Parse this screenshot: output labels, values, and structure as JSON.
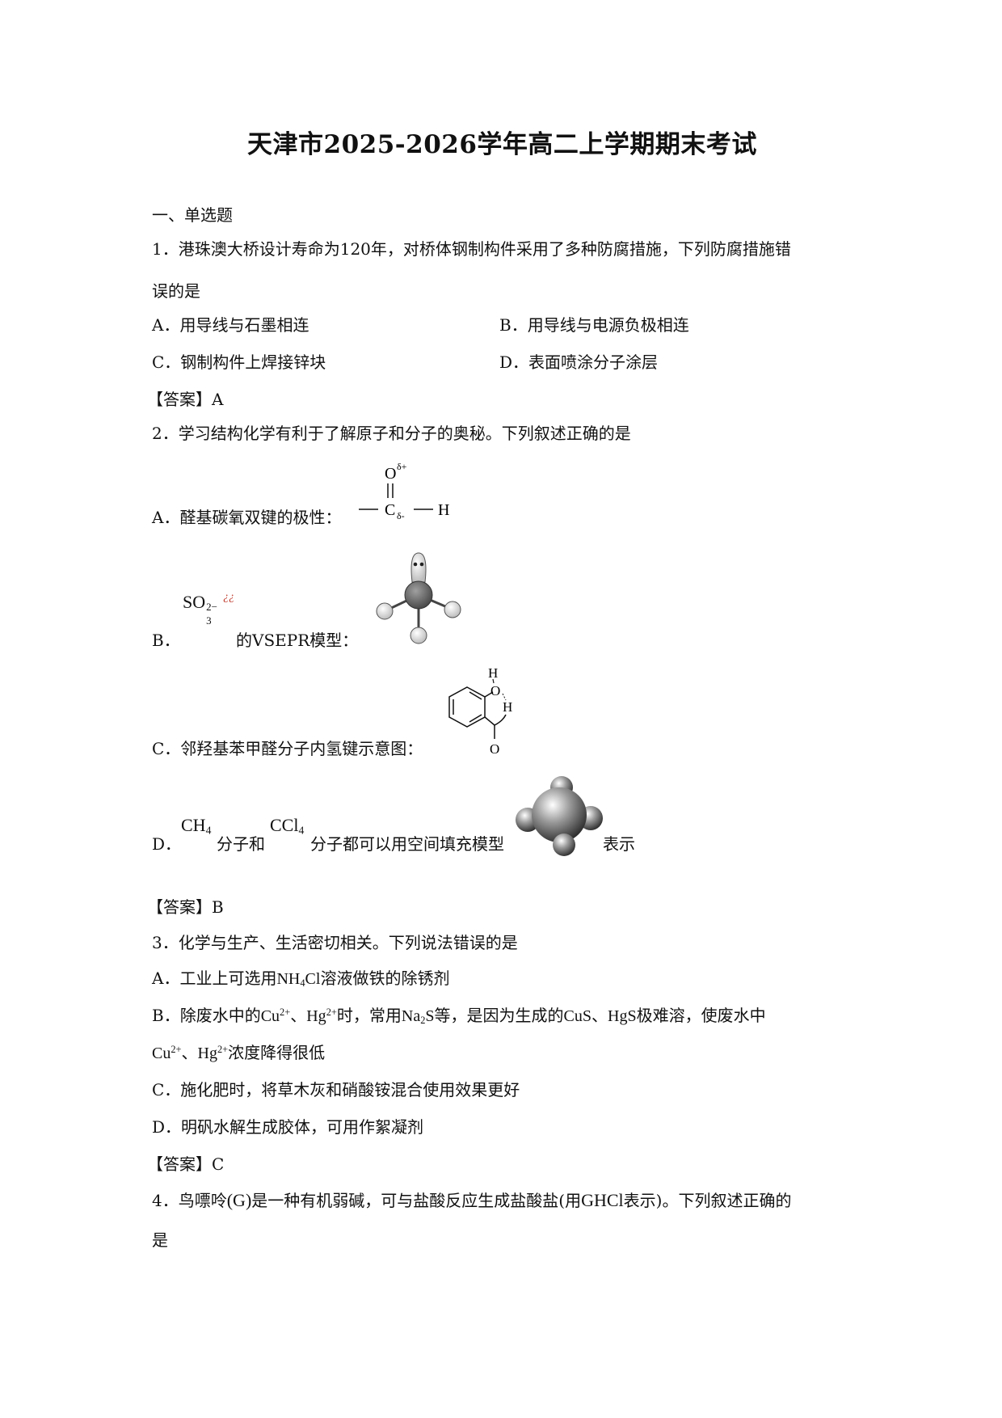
{
  "doc": {
    "title": "天津市2025-2026学年高二上学期期末考试",
    "section": "一、单选题"
  },
  "q1": {
    "line1": "1．港珠澳大桥设计寿命为120年，对桥体钢制构件采用了多种防腐措施，下列防腐措施错",
    "line2": "误的是",
    "opt_a": "A．用导线与石墨相连",
    "opt_b": "B．用导线与电源负极相连",
    "opt_c": "C．钢制构件上焊接锌块",
    "opt_d": "D．表面喷涂分子涂层",
    "answer": "【答案】A"
  },
  "q2": {
    "stem": "2．学习结构化学有利于了解原子和分子的奥秘。下列叙述正确的是",
    "opt_a": "A．醛基碳氧双键的极性：",
    "a_o": "O",
    "a_o_charge": "δ+",
    "a_c": "C",
    "a_c_charge": "δ-",
    "a_h": "H",
    "b_label": "B．",
    "b_ion_base": "SO",
    "b_ion_sub": "3",
    "b_ion_sup": "2−",
    "b_ion_garble": "¿¿",
    "b_text": "的VSEPR模型：",
    "opt_c": "C．邻羟基苯甲醛分子内氢键示意图：",
    "c_h1": "H",
    "c_o1": "O",
    "c_h2": "H",
    "c_o2": "O",
    "d_label": "D．",
    "d_ch": "CH",
    "d_ch_sub": "4",
    "d_mid": "分子和",
    "d_ccl": "CCl",
    "d_ccl_sub": "4",
    "d_text": "分子都可以用空间填充模型",
    "d_tail": "表示",
    "answer": "【答案】B"
  },
  "q3": {
    "stem": "3．化学与生产、生活密切相关。下列说法错误的是",
    "a_pre": "A．工业上可选用",
    "a_nh": "NH",
    "a_nh_sub": "4",
    "a_cl": "Cl",
    "a_post": "溶液做铁的除锈剂",
    "b_pre": "B．除废水中的",
    "b_cu": "Cu",
    "b_cu_sup": "2+",
    "b_sep": "、",
    "b_hg": "Hg",
    "b_hg_sup": "2+",
    "b_mid1": "时，常用",
    "b_na": "Na",
    "b_na_sub": "2",
    "b_s": "S",
    "b_mid2": "等，是因为生成的",
    "b_cus": "CuS",
    "b_hgs": "HgS",
    "b_end": "极难溶，使废水中",
    "b2_post": "浓度降得很低",
    "opt_c": "C．施化肥时，将草木灰和硝酸铵混合使用效果更好",
    "opt_d": "D．明矾水解生成胶体，可用作絮凝剂",
    "answer": "【答案】C"
  },
  "q4": {
    "pre": "4．鸟嘌呤",
    "g": "(G)",
    "mid": "是一种有机弱碱，可与盐酸反应生成盐酸盐(用",
    "ghcl": "GHCl",
    "post": "表示)。下列叙述正确的",
    "line2": "是"
  }
}
